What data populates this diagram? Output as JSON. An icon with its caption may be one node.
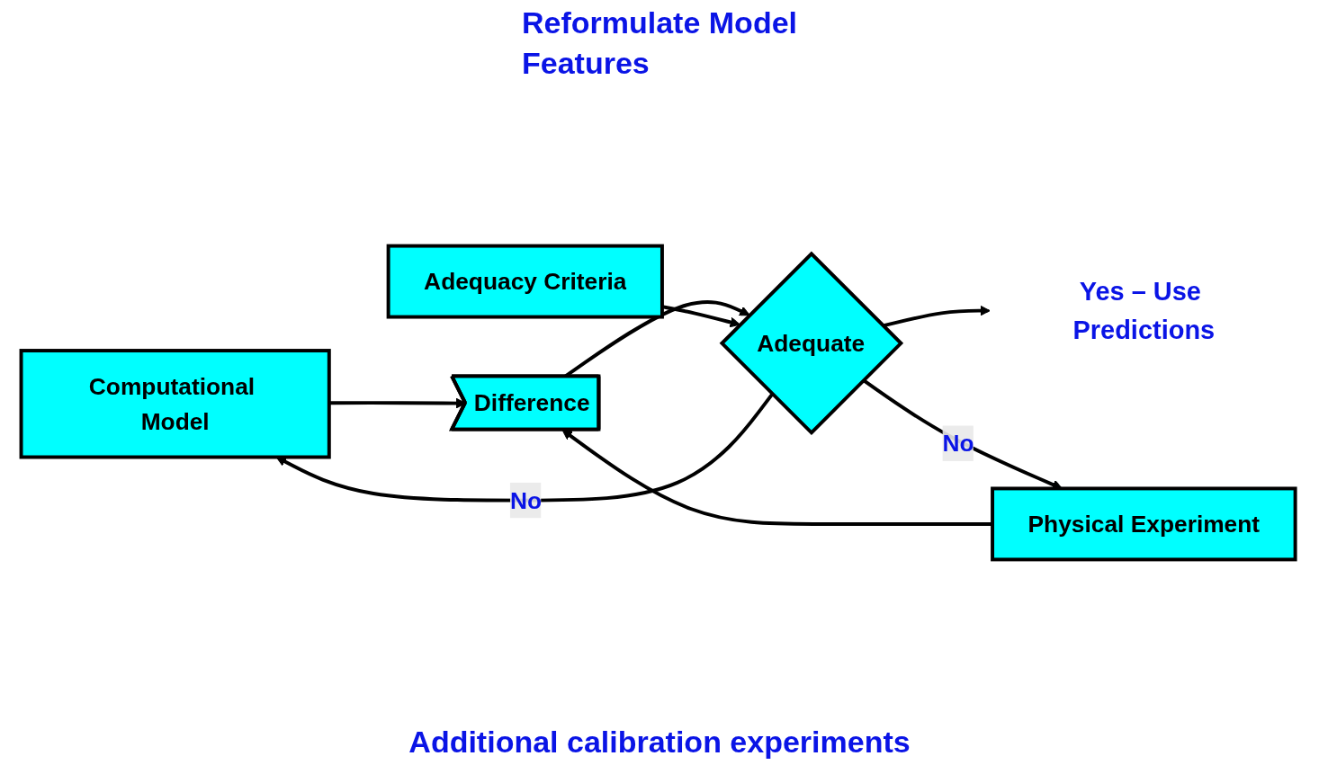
{
  "diagram": {
    "nodes": [
      {
        "text": [
          "Computational Model"
        ]
      },
      {
        "text": [
          "Physical Experiment"
        ]
      },
      {
        "text": [
          "Difference"
        ]
      },
      {
        "text": [
          "Adequate"
        ]
      },
      {
        "text": [
          "Adequacy Criteria"
        ]
      },
      {
        "text": [
          "Yes – Use Predictions"
        ]
      }
    ],
    "edges": [
      {
        "from": 0,
        "to": 2,
        "arrow": "to"
      },
      {
        "from": 1,
        "to": 2,
        "arrow": "to"
      },
      {
        "from": 2,
        "to": 3,
        "arrow": "to"
      },
      {
        "from": 4,
        "to": 3,
        "arrow": "to"
      },
      {
        "from": 3,
        "to": 5,
        "arrow": "to"
      },
      {
        "from": 3,
        "to": 0,
        "arrow": "to",
        "label": "No"
      },
      {
        "from": 3,
        "to": 1,
        "arrow": "to",
        "label": "No"
      }
    ],
    "labels": [
      "Reformulate Model",
      "Features",
      "Additional calibration experiments"
    ]
  }
}
